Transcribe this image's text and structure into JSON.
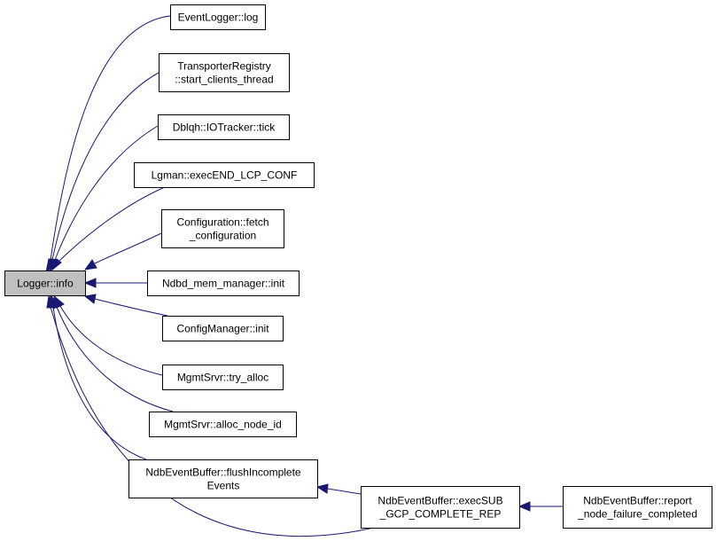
{
  "colors": {
    "edge": "#191970",
    "root_fill": "#bfbfbf",
    "node_fill": "#ffffff",
    "node_border": "#000000"
  },
  "nodes": {
    "logger_info": {
      "lines": [
        "Logger::info"
      ]
    },
    "event_logger_log": {
      "lines": [
        "EventLogger::log"
      ]
    },
    "transporter_registry": {
      "lines": [
        "TransporterRegistry",
        "::start_clients_thread"
      ]
    },
    "dblqh_iotracker_tick": {
      "lines": [
        "Dblqh::IOTracker::tick"
      ]
    },
    "lgman_exec_end_lcp_conf": {
      "lines": [
        "Lgman::execEND_LCP_CONF"
      ]
    },
    "configuration_fetch": {
      "lines": [
        "Configuration::fetch",
        "_configuration"
      ]
    },
    "ndbd_mem_manager_init": {
      "lines": [
        "Ndbd_mem_manager::init"
      ]
    },
    "config_manager_init": {
      "lines": [
        "ConfigManager::init"
      ]
    },
    "mgmt_srvr_try_alloc": {
      "lines": [
        "MgmtSrvr::try_alloc"
      ]
    },
    "mgmt_srvr_alloc_node_id": {
      "lines": [
        "MgmtSrvr::alloc_node_id"
      ]
    },
    "ndb_event_buffer_flush": {
      "lines": [
        "NdbEventBuffer::flushIncomplete",
        "Events"
      ]
    },
    "ndb_event_buffer_exec_sub": {
      "lines": [
        "NdbEventBuffer::execSUB",
        "_GCP_COMPLETE_REP"
      ]
    },
    "ndb_event_buffer_report": {
      "lines": [
        "NdbEventBuffer::report",
        "_node_failure_completed"
      ]
    }
  },
  "edges": [
    {
      "from": "event_logger_log",
      "to": "logger_info"
    },
    {
      "from": "transporter_registry",
      "to": "logger_info"
    },
    {
      "from": "dblqh_iotracker_tick",
      "to": "logger_info"
    },
    {
      "from": "lgman_exec_end_lcp_conf",
      "to": "logger_info"
    },
    {
      "from": "configuration_fetch",
      "to": "logger_info"
    },
    {
      "from": "ndbd_mem_manager_init",
      "to": "logger_info"
    },
    {
      "from": "config_manager_init",
      "to": "logger_info"
    },
    {
      "from": "mgmt_srvr_try_alloc",
      "to": "logger_info"
    },
    {
      "from": "mgmt_srvr_alloc_node_id",
      "to": "logger_info"
    },
    {
      "from": "ndb_event_buffer_flush",
      "to": "logger_info"
    },
    {
      "from": "ndb_event_buffer_exec_sub",
      "to": "logger_info"
    },
    {
      "from": "ndb_event_buffer_exec_sub",
      "to": "ndb_event_buffer_flush"
    },
    {
      "from": "ndb_event_buffer_report",
      "to": "ndb_event_buffer_exec_sub"
    }
  ]
}
